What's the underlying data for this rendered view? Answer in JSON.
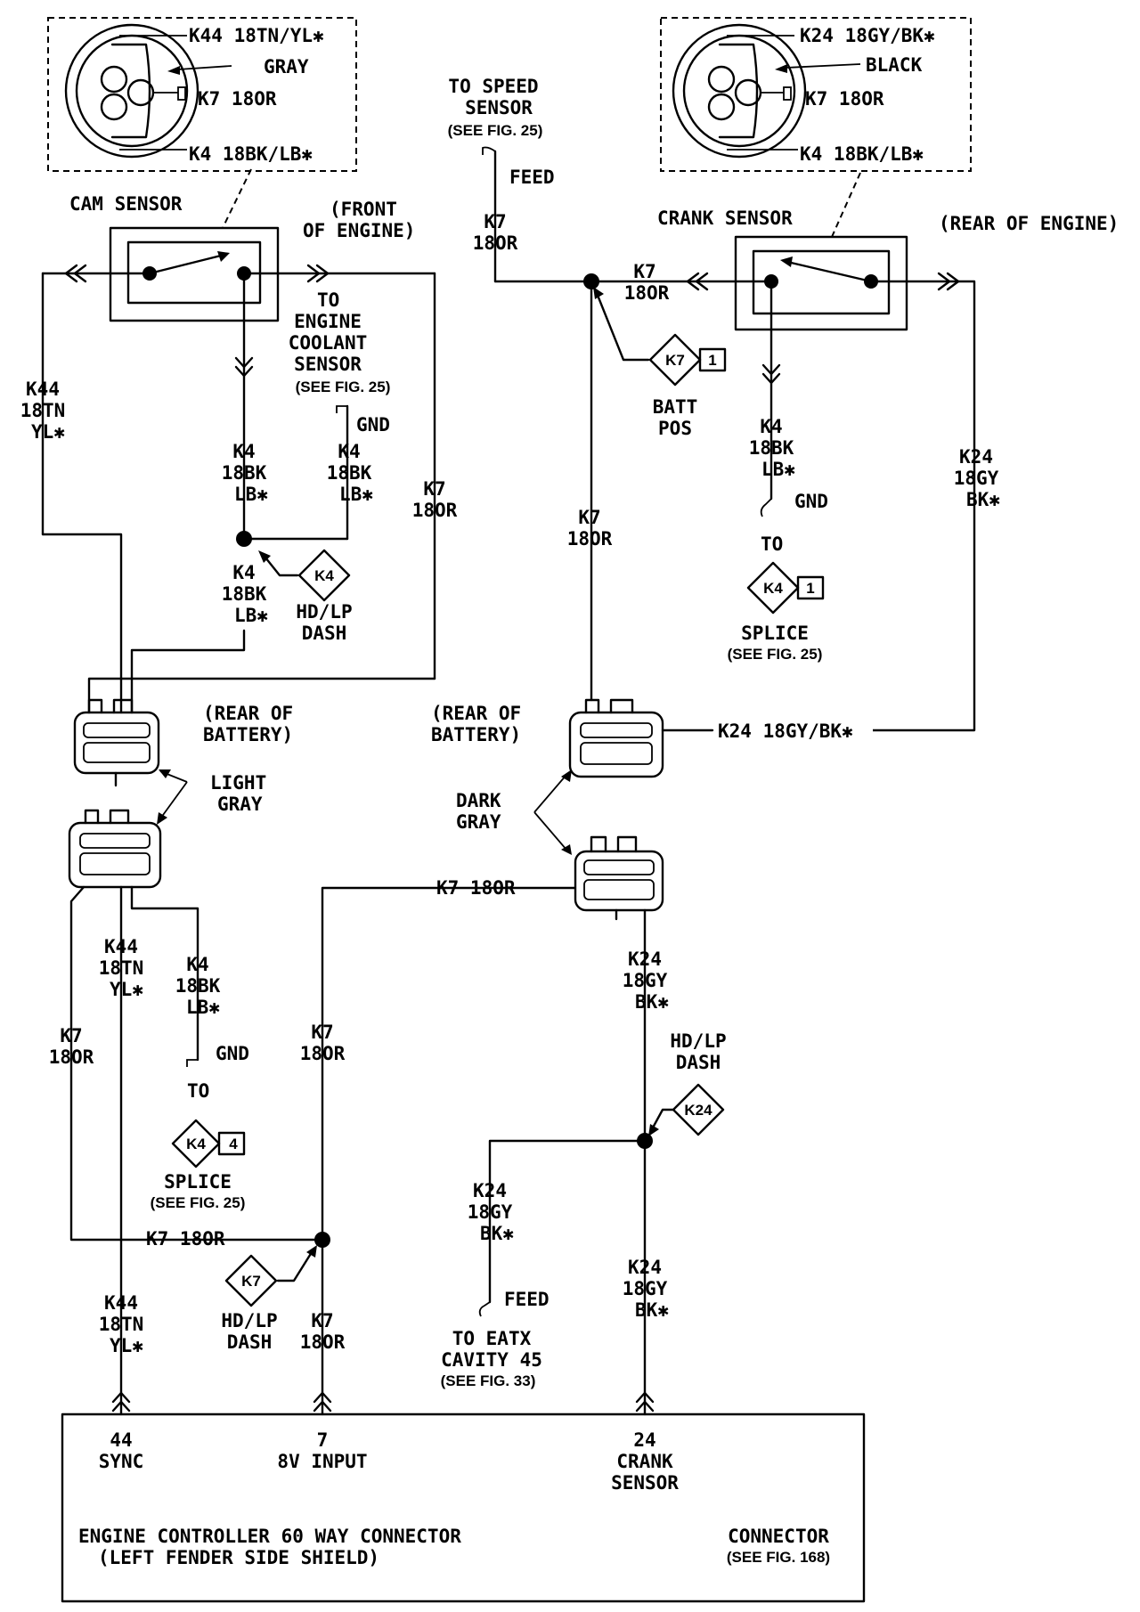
{
  "cam_sensor": {
    "label": "CAM SENSOR",
    "location": [
      "(FRONT",
      "OF ENGINE)"
    ],
    "pin_k44": "K44 18TN/YL✱",
    "color": "GRAY",
    "pin_k7": "K7 18OR",
    "pin_k4": "K4 18BK/LB✱"
  },
  "crank_sensor": {
    "label": "CRANK SENSOR",
    "location": "(REAR OF ENGINE)",
    "pin_k24": "K24 18GY/BK✱",
    "color": "BLACK",
    "pin_k7": "K7 18OR",
    "pin_k4": "K4 18BK/LB✱"
  },
  "wires": {
    "k44_top": [
      "K44",
      "18TN",
      "YL✱"
    ],
    "k4_left_a": [
      "K4",
      "18BK",
      "LB✱"
    ],
    "k4_left_b": [
      "K4",
      "18BK",
      "LB✱"
    ],
    "k4_left_c": [
      "K4",
      "18BK",
      "LB✱"
    ],
    "k7_left_top": [
      "K7",
      "18OR"
    ],
    "k7_speed_feed": [
      "K7",
      "18OR"
    ],
    "k7_right_h": [
      "K7",
      "18OR"
    ],
    "k7_right_v": [
      "K7",
      "18OR"
    ],
    "k4_right": [
      "K4",
      "18BK",
      "LB✱"
    ],
    "k24_right": [
      "K24",
      "18GY",
      "BK✱"
    ],
    "k24_conn": "K24 18GY/BK✱",
    "k7_mid_h": "K7 18OR",
    "k44_lower": [
      "K44",
      "18TN",
      "YL✱"
    ],
    "k4_lower": [
      "K4",
      "18BK",
      "LB✱"
    ],
    "k7_lower_left": [
      "K7",
      "18OR"
    ],
    "k7_mid_v": [
      "K7",
      "18OR"
    ],
    "k7_bottom_h": "K7 18OR",
    "k7_mid_v2": [
      "K7",
      "18OR"
    ],
    "k44_bottom": [
      "K44",
      "18TN",
      "YL✱"
    ],
    "k24_lower_a": [
      "K24",
      "18GY",
      "BK✱"
    ],
    "k24_lower_b": [
      "K24",
      "18GY",
      "BK✱"
    ],
    "k24_lower_c": [
      "K24",
      "18GY",
      "BK✱"
    ]
  },
  "refs": {
    "engine_coolant": [
      "TO",
      "ENGINE",
      "COOLANT",
      "SENSOR"
    ],
    "see_fig_25": "(SEE FIG. 25)",
    "speed_sensor": [
      "TO SPEED",
      "SENSOR"
    ],
    "feed": "FEED",
    "gnd": "GND",
    "to": "TO",
    "splice": "SPLICE",
    "batt_pos": [
      "BATT",
      "POS"
    ],
    "hdlp_dash": [
      "HD/LP",
      "DASH"
    ],
    "eatx": [
      "TO EATX",
      "CAVITY 45"
    ],
    "see_fig_33": "(SEE FIG. 33)",
    "rear_of_battery": [
      "(REAR OF",
      "BATTERY)"
    ],
    "light_gray": [
      "LIGHT",
      "GRAY"
    ],
    "dark_gray": [
      "DARK",
      "GRAY"
    ]
  },
  "splices": {
    "k7_batt": [
      "K7",
      "1"
    ],
    "k4_right": [
      "K4",
      "1"
    ],
    "k4_left": "K4",
    "k4_lower": [
      "K4",
      "4"
    ],
    "k24": "K24",
    "k7_lower": "K7"
  },
  "controller": {
    "pin44": [
      "44",
      "SYNC"
    ],
    "pin7": [
      "7",
      "8V INPUT"
    ],
    "pin24": [
      "24",
      "CRANK",
      "SENSOR"
    ],
    "title": "ENGINE CONTROLLER 60 WAY CONNECTOR",
    "subtitle": "(LEFT FENDER SIDE SHIELD)",
    "connector": "CONNECTOR",
    "see_fig": "(SEE FIG. 168)"
  }
}
